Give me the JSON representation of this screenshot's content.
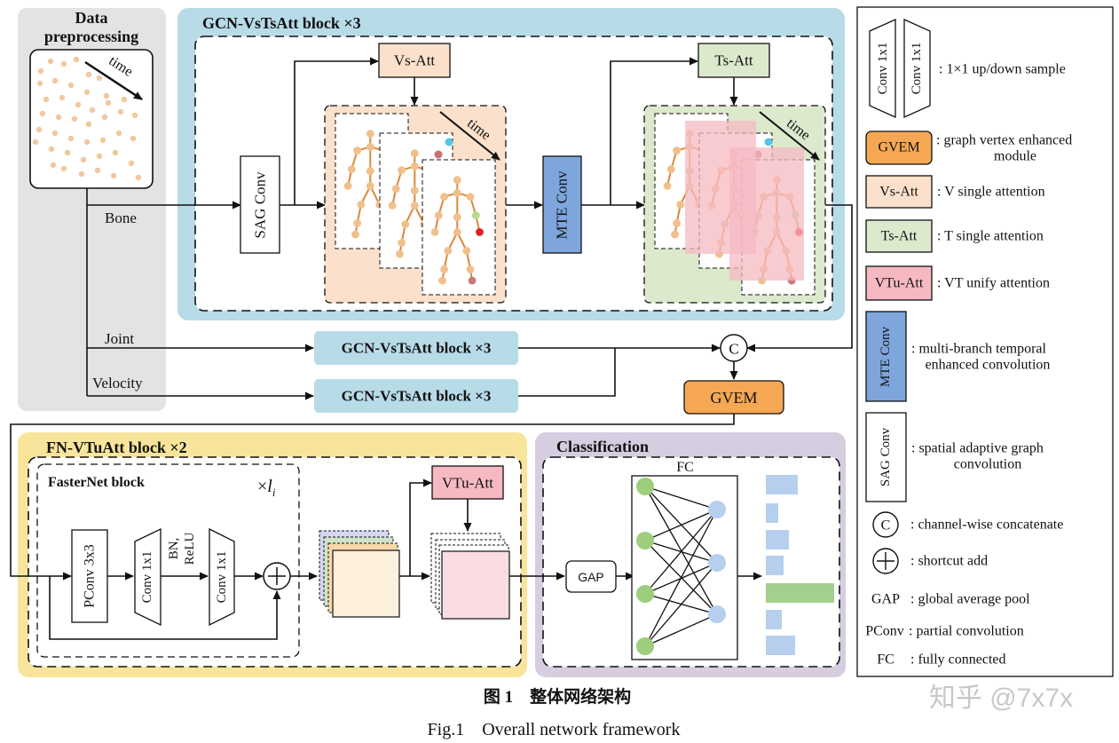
{
  "preprocessing": {
    "title_line1": "Data",
    "title_line2": "preprocessing",
    "time_label": "time"
  },
  "streams": {
    "bone": "Bone",
    "joint": "Joint",
    "velocity": "Velocity"
  },
  "gcn_block": {
    "title": "GCN-VsTsAtt block ×3",
    "sag_conv": "SAG Conv",
    "vs_att": "Vs-Att",
    "ts_att": "Ts-Att",
    "mte_conv": "MTE Conv",
    "time_label": "time",
    "joint_block": "GCN-VsTsAtt block ×3",
    "velocity_block": "GCN-VsTsAtt block ×3"
  },
  "concat_symbol": "C",
  "gvem": "GVEM",
  "fn_block": {
    "title": "FN-VTuAtt block ×2",
    "fasternet_label": "FasterNet block",
    "repeat_prefix": "×",
    "repeat_var": "l",
    "repeat_sub": "i",
    "pconv": "PConv 3x3",
    "conv1": "Conv 1x1",
    "bn_line1": "BN,",
    "bn_line2": "ReLU",
    "conv2": "Conv 1x1",
    "vtu_att": "VTu-Att"
  },
  "classification": {
    "title": "Classification",
    "gap": "GAP",
    "fc": "FC"
  },
  "legend": {
    "conv_up": "Conv 1x1",
    "conv_down": "Conv 1x1",
    "conv_desc": ": 1×1 up/down sample",
    "gvem": "GVEM",
    "gvem_desc1": ": graph vertex enhanced",
    "gvem_desc2": "module",
    "vs_att": "Vs-Att",
    "vs_desc": ": V single attention",
    "ts_att": "Ts-Att",
    "ts_desc": ": T single attention",
    "vtu_att": "VTu-Att",
    "vtu_desc": ": VT unify attention",
    "mte": "MTE Conv",
    "mte_desc1": ": multi-branch temporal",
    "mte_desc2": "enhanced convolution",
    "sag": "SAG Conv",
    "sag_desc1": ": spatial adaptive graph",
    "sag_desc2": "convolution",
    "c_symbol": "C",
    "c_desc": ": channel-wise concatenate",
    "add_desc": ": shortcut add",
    "gap": "GAP",
    "gap_desc": ": global average pool",
    "pconv": "PConv",
    "pconv_desc": ": partial convolution",
    "fc": "FC",
    "fc_desc": ": fully connected"
  },
  "caption": {
    "cn": "图 1    整体网络架构",
    "en": "Fig.1    Overall network framework"
  },
  "watermark": "知乎 @7x7x",
  "colors": {
    "gray_panel": "#e3e3e3",
    "blue_panel": "#b8dbe8",
    "yellow_panel": "#f8e59b",
    "purple_panel": "#d6cde0",
    "peach": "#fbe0cb",
    "green": "#dce9cd",
    "pink": "#f6b9c2",
    "mte_blue": "#7ea6dc",
    "orange": "#f5a753",
    "dot": "#f2c8a0",
    "node_green": "#9dcd7d",
    "node_blue": "#b6cfee",
    "bar_blue": "#b6cfee",
    "bar_green": "#a4cf8d"
  }
}
